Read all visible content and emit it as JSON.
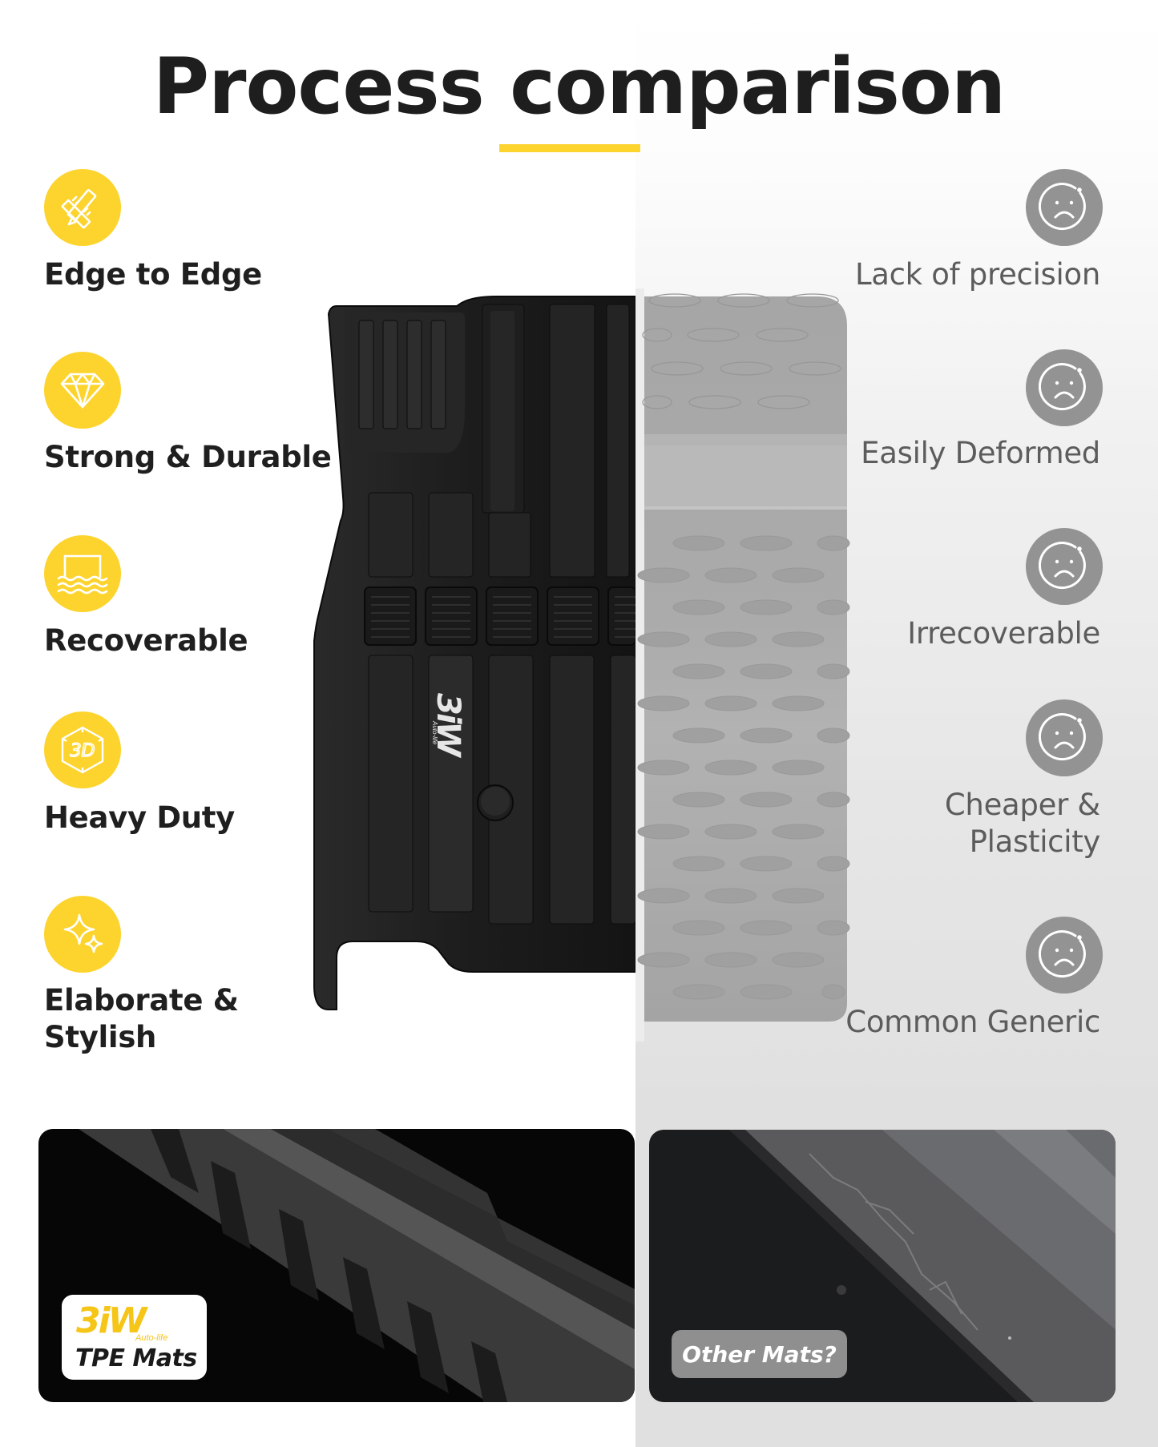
{
  "header": {
    "title": "Process comparison"
  },
  "colors": {
    "accent_yellow": "#fdd42e",
    "icon_gray": "#939393",
    "title_text": "#1e1e1e",
    "left_label_text": "#1f1f1f",
    "right_label_text": "#5c5c5c",
    "right_background": "#e6e6e6"
  },
  "left_features": [
    {
      "label": "Edge to Edge",
      "icon": "pencil-ruler-icon"
    },
    {
      "label": "Strong & Durable",
      "icon": "diamond-icon"
    },
    {
      "label": "Recoverable",
      "icon": "water-resistant-icon"
    },
    {
      "label": "Heavy Duty",
      "icon": "3d-cube-icon",
      "icon_text": "3D"
    },
    {
      "label_line1": "Elaborate &",
      "label_line2": "Stylish",
      "icon": "sparkle-icon"
    }
  ],
  "right_drawbacks": [
    {
      "label": "Lack of precision",
      "icon": "sad-face-icon"
    },
    {
      "label": "Easily Deformed",
      "icon": "sad-face-icon"
    },
    {
      "label": "Irrecoverable",
      "icon": "sad-face-icon"
    },
    {
      "label_line1": "Cheaper &",
      "label_line2": "Plasticity",
      "icon": "sad-face-icon"
    },
    {
      "label": "Common Generic",
      "icon": "sad-face-icon"
    }
  ],
  "center_image": {
    "left_half": "3W TPE floor mat (black)",
    "right_half": "generic mat (gray)",
    "mat_logo": "3iW",
    "mat_logo_sub": "Auto-life"
  },
  "bottom_panels": {
    "left": {
      "logo": "3iW",
      "logo_sub": "Auto-life",
      "label": "TPE Mats"
    },
    "right": {
      "label": "Other Mats?"
    }
  }
}
